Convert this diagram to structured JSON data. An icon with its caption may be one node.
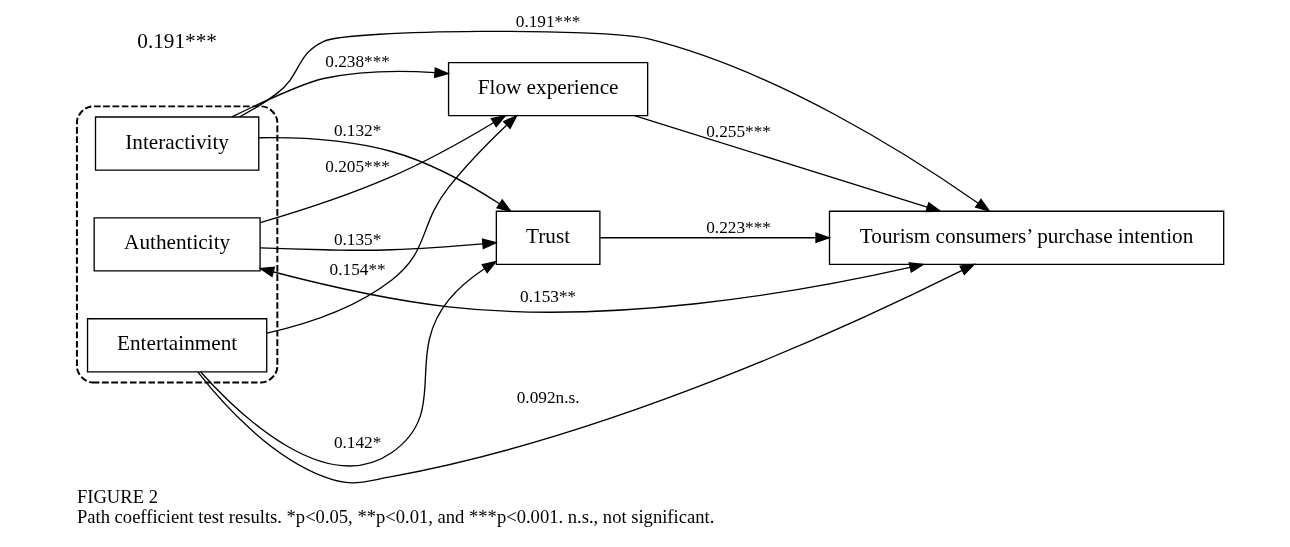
{
  "diagram": {
    "title": "FIGURE 2",
    "caption": "Path coefficient test results. *p<0.05, **p<0.01, and ***p<0.001. n.s., not significant.",
    "nodes": [
      {
        "text": [],
        "shape": "box"
      },
      {
        "text": [
          "Interactivity"
        ],
        "in": 0
      },
      {
        "text": [
          "Authenticity"
        ],
        "in": 0
      },
      {
        "text": [
          "Entertainment"
        ],
        "in": 0
      },
      {
        "text": [
          "Flow experience"
        ]
      },
      {
        "text": [
          "Trust"
        ]
      },
      {
        "text": [
          "Tourism consumers’ purchase intention"
        ]
      }
    ],
    "edges": [
      {
        "from": 1,
        "to": 6,
        "arrow": "to",
        "label": "0.191***"
      },
      {
        "from": 1,
        "to": 4,
        "arrow": "to",
        "label": "0.238***"
      },
      {
        "from": 1,
        "to": 5,
        "arrow": "to",
        "label": "0.132*"
      },
      {
        "from": 2,
        "to": 4,
        "arrow": "to",
        "label": "0.205***"
      },
      {
        "from": 2,
        "to": 6,
        "arrow": "both",
        "label": "0.153**"
      },
      {
        "from": 2,
        "to": 5,
        "arrow": "to",
        "label": "0.135*"
      },
      {
        "from": 3,
        "to": 4,
        "arrow": "to",
        "label": "0.154**"
      },
      {
        "from": 3,
        "to": 5,
        "arrow": "to",
        "label": "0.142*"
      },
      {
        "from": 4,
        "to": 6,
        "arrow": "to",
        "label": "0.255***"
      },
      {
        "from": 5,
        "to": 6,
        "arrow": "to",
        "label": "0.223***"
      },
      {
        "from": 3,
        "to": 6,
        "arrow": "to",
        "label": "0.092n.s."
      }
    ],
    "labels": [
      "0.191***"
    ]
  }
}
